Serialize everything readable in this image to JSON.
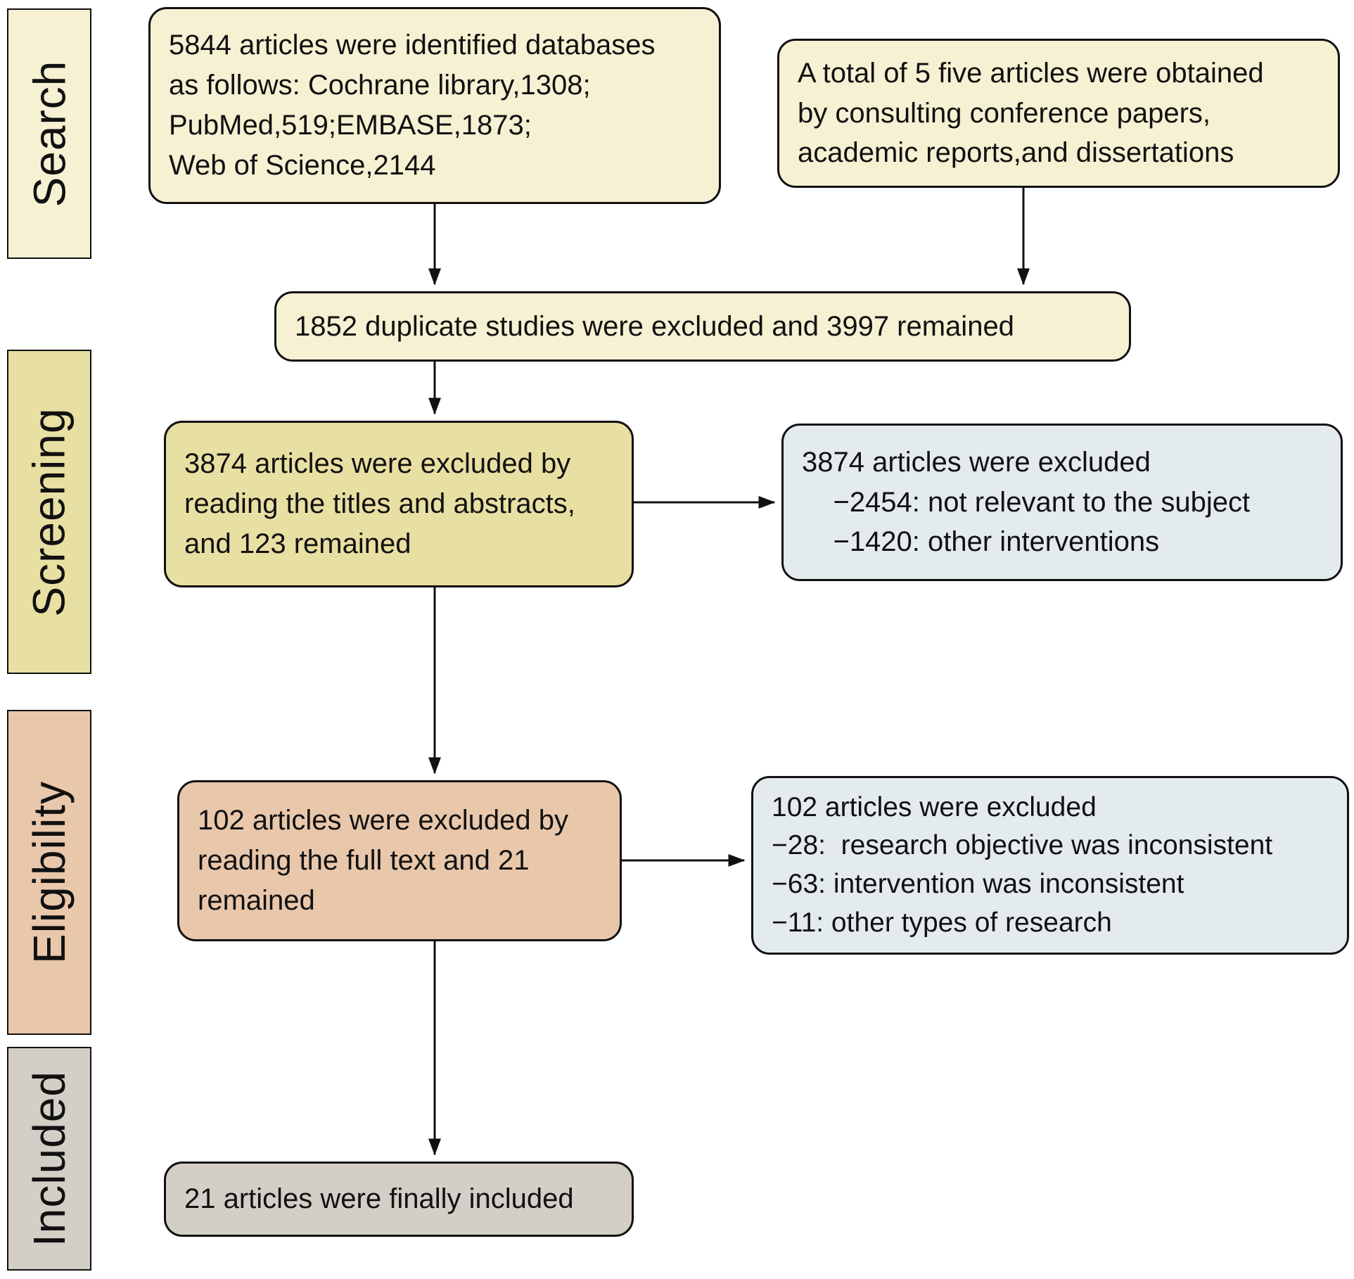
{
  "figure": {
    "stages": [
      {
        "id": "search",
        "label": "Search"
      },
      {
        "id": "screening",
        "label": "Screening"
      },
      {
        "id": "eligibility",
        "label": "Eligibility"
      },
      {
        "id": "included",
        "label": "Included"
      }
    ],
    "boxes": {
      "identified": {
        "text": "5844 articles were identified databases\nas follows: Cochrane library,1308;\nPubMed,519;EMBASE,1873;\nWeb of Science,2144"
      },
      "manual": {
        "text": "A total of 5 five articles were obtained\nby consulting conference papers,\nacademic reports,and dissertations"
      },
      "duplicates": {
        "text": "1852 duplicate studies were excluded and 3997 remained"
      },
      "screening_excluded": {
        "text": "3874 articles were excluded by\nreading the titles and abstracts,\nand 123 remained"
      },
      "screening_reasons": {
        "text": "3874 articles were excluded\n    −2454: not relevant to the subject\n    −1420: other interventions"
      },
      "fulltext_excluded": {
        "text": "102 articles were excluded by\nreading the full text and 21\nremained"
      },
      "fulltext_reasons": {
        "text": "102 articles were excluded\n−28:  research objective was inconsistent\n−63: intervention was inconsistent\n−11: other types of research"
      },
      "final_included": {
        "text": "21 articles were finally included"
      }
    },
    "colors": {
      "cream": "#f6f1d3",
      "khaki": "#e8dfa2",
      "tan": "#e9c7ab",
      "gray": "#d3cfc7",
      "bluegray": "#e4ebee",
      "line": "#111111"
    }
  }
}
